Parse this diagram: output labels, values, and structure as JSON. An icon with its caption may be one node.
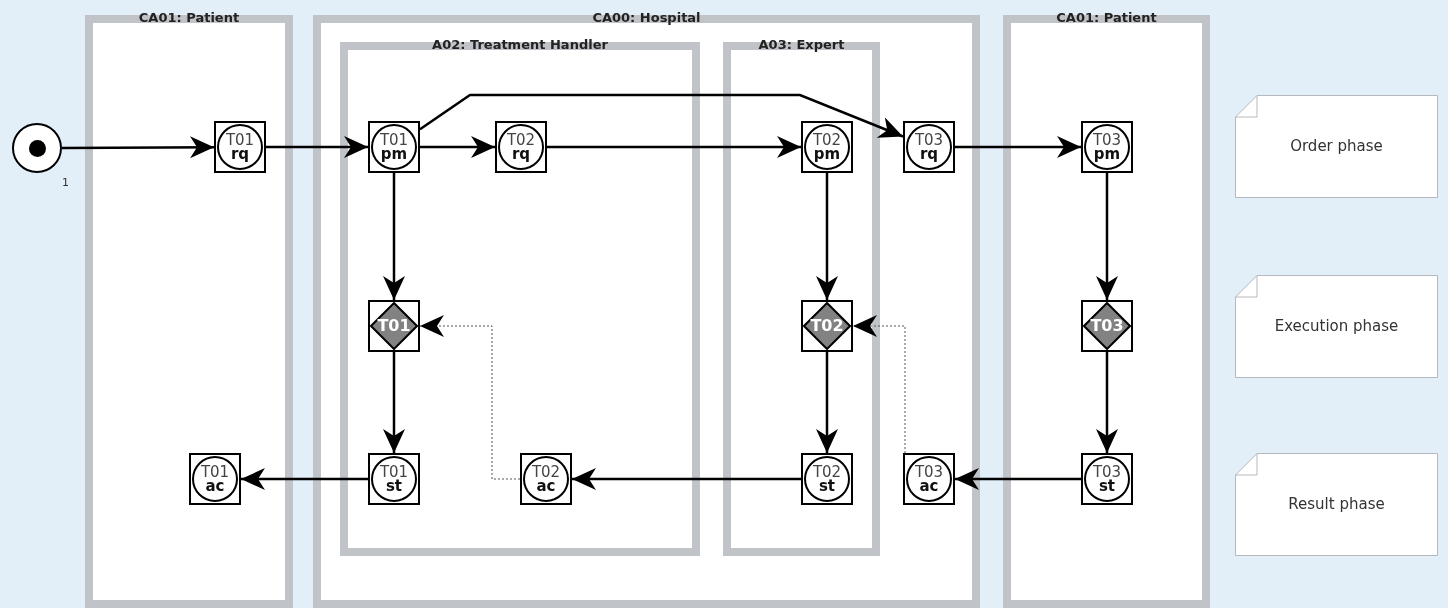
{
  "diagram": {
    "nodes": [
      {
        "text": [
          "CA01: Patient"
        ]
      },
      {
        "text": [
          "CA00: Hospital"
        ]
      },
      {
        "text": [
          "A02: Treatment Handler"
        ],
        "in": 1
      },
      {
        "text": [
          "A03: Expert"
        ],
        "in": 1
      },
      {
        "text": [
          "CA01: Patient"
        ]
      },
      {
        "text": [],
        "shape": "circle",
        "beside": [
          "1"
        ]
      },
      {
        "text": [
          "T01",
          "rq"
        ],
        "in": 0
      },
      {
        "text": [
          "T01",
          "pm"
        ],
        "in": 2
      },
      {
        "text": [
          "T02",
          "rq"
        ],
        "in": 2
      },
      {
        "text": [
          "T02",
          "pm"
        ],
        "in": 3
      },
      {
        "text": [
          "T03",
          "rq"
        ],
        "in": 1
      },
      {
        "text": [
          "T03",
          "pm"
        ],
        "in": 4
      },
      {
        "text": [
          "T01"
        ],
        "in": 2
      },
      {
        "text": [
          "T02"
        ],
        "in": 3
      },
      {
        "text": [
          "T03"
        ],
        "in": 4
      },
      {
        "text": [
          "T01",
          "ac"
        ],
        "in": 0
      },
      {
        "text": [
          "T01",
          "st"
        ],
        "in": 2
      },
      {
        "text": [
          "T02",
          "ac"
        ],
        "in": 2
      },
      {
        "text": [
          "T02",
          "st"
        ],
        "in": 3
      },
      {
        "text": [
          "T03",
          "ac"
        ],
        "in": 1
      },
      {
        "text": [
          "T03",
          "st"
        ],
        "in": 4
      },
      {
        "text": [
          "Order phase"
        ]
      },
      {
        "text": [
          "Execution phase"
        ]
      },
      {
        "text": [
          "Result phase"
        ]
      }
    ],
    "edges": [
      {
        "from": 5,
        "to": 6,
        "arrow": "to"
      },
      {
        "from": 6,
        "to": 7,
        "arrow": "to"
      },
      {
        "from": 7,
        "to": 8,
        "arrow": "to"
      },
      {
        "from": 7,
        "to": 10,
        "arrow": "to"
      },
      {
        "from": 8,
        "to": 9,
        "arrow": "to"
      },
      {
        "from": 10,
        "to": 11,
        "arrow": "to"
      },
      {
        "from": 7,
        "to": 12,
        "arrow": "to"
      },
      {
        "from": 9,
        "to": 13,
        "arrow": "to"
      },
      {
        "from": 11,
        "to": 14,
        "arrow": "to"
      },
      {
        "from": 12,
        "to": 16,
        "arrow": "to"
      },
      {
        "from": 13,
        "to": 18,
        "arrow": "to"
      },
      {
        "from": 14,
        "to": 20,
        "arrow": "to"
      },
      {
        "from": 16,
        "to": 15,
        "arrow": "to"
      },
      {
        "from": 18,
        "to": 17,
        "arrow": "to"
      },
      {
        "from": 20,
        "to": 19,
        "arrow": "to"
      },
      {
        "from": 17,
        "to": 12,
        "arrow": "to",
        "style": "dashed"
      },
      {
        "from": 19,
        "to": 13,
        "arrow": "to",
        "style": "dashed"
      }
    ]
  }
}
